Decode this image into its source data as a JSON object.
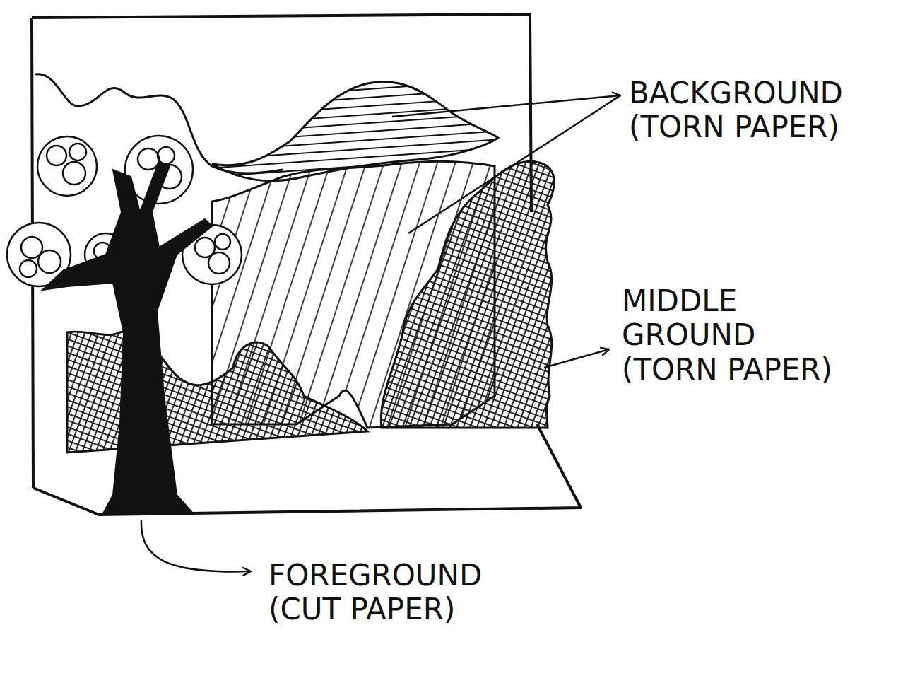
{
  "diagram": {
    "labels": [
      "BACKGROUND (TORN PAPER)",
      "MIDDLE GROUND (TORN PAPER)",
      "FOREGROUND (CUT PAPER)"
    ]
  }
}
